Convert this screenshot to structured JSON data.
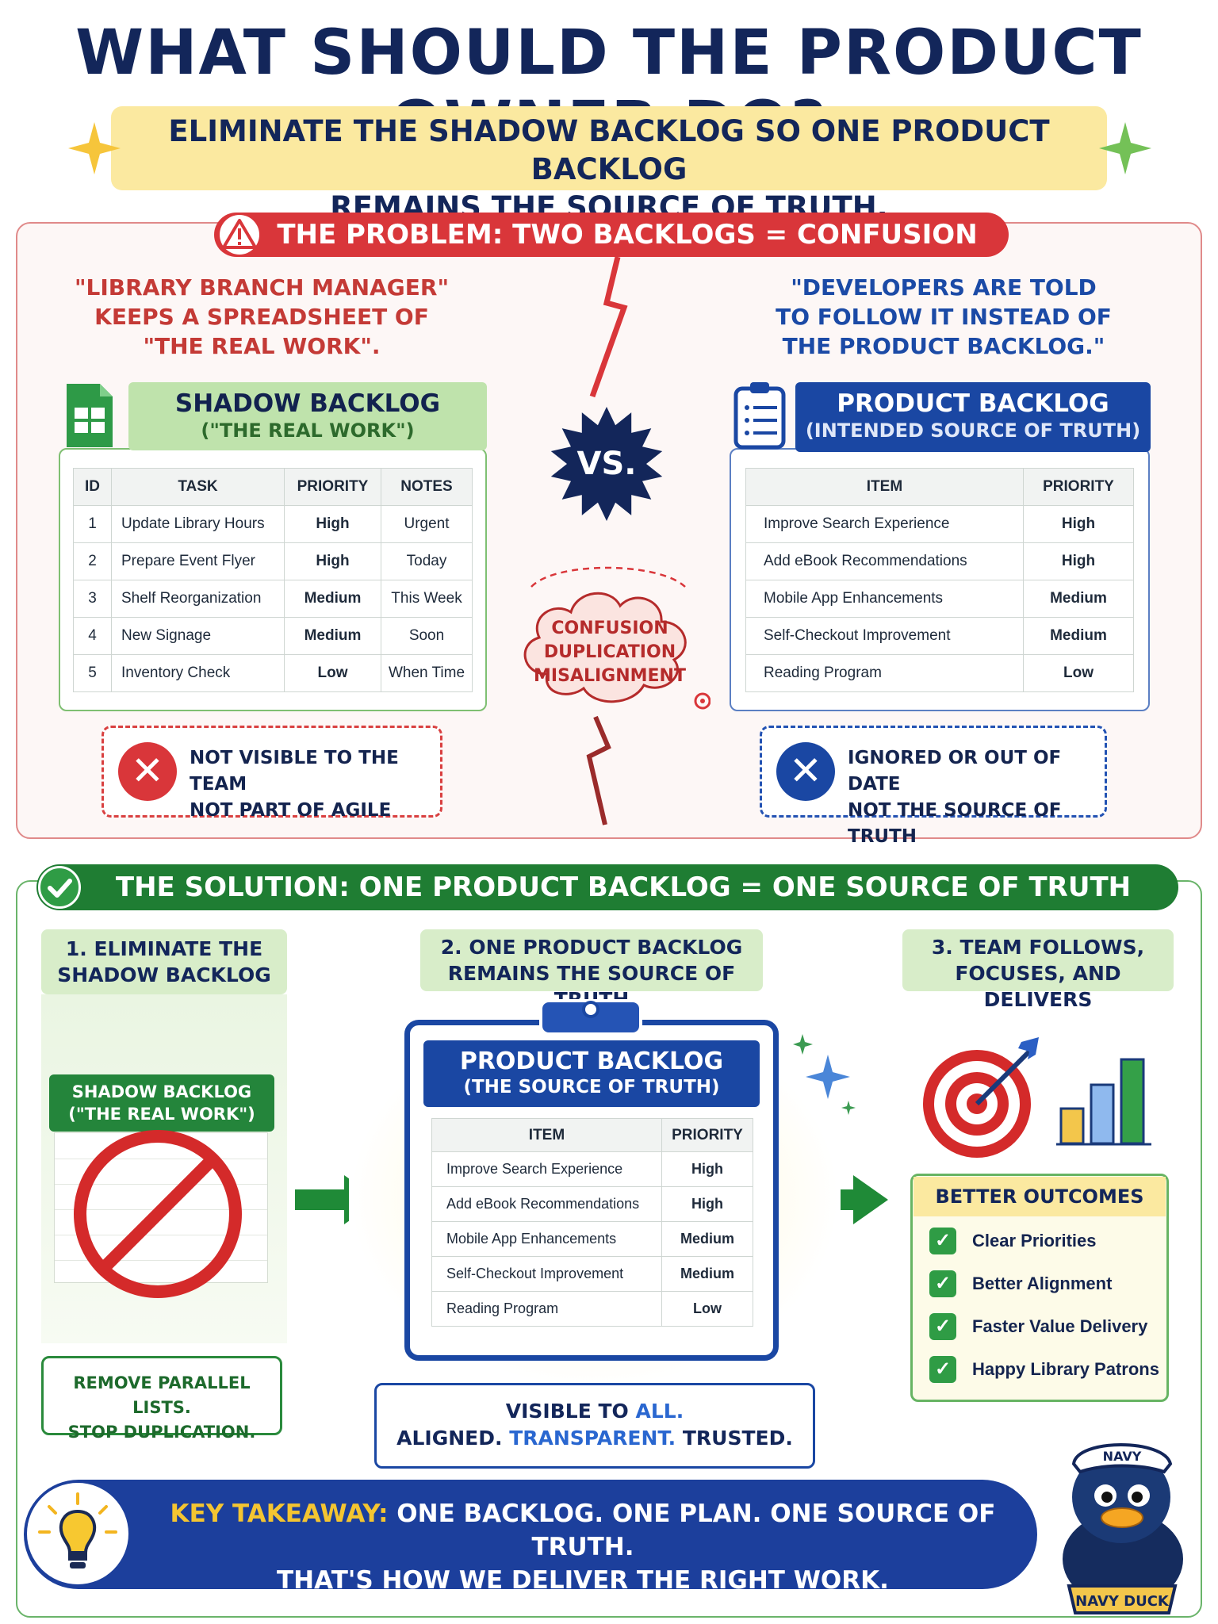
{
  "title": "WHAT SHOULD THE PRODUCT OWNER DO?",
  "subtitle": {
    "line1": "ELIMINATE THE SHADOW BACKLOG SO ONE PRODUCT BACKLOG",
    "line2": "REMAINS THE SOURCE OF TRUTH."
  },
  "problem": {
    "banner": "THE PROBLEM: TWO BACKLOGS = CONFUSION",
    "left_quote": [
      "\"LIBRARY BRANCH MANAGER\"",
      "KEEPS A SPREADSHEET OF",
      "\"THE REAL WORK\"."
    ],
    "right_quote": [
      "\"DEVELOPERS ARE TOLD",
      "TO FOLLOW IT INSTEAD OF",
      "THE PRODUCT BACKLOG.\""
    ],
    "vs": "VS.",
    "shadow": {
      "title": "SHADOW BACKLOG",
      "subtitle": "(\"THE REAL WORK\")",
      "columns": [
        "ID",
        "TASK",
        "PRIORITY",
        "NOTES"
      ],
      "rows": [
        {
          "id": "1",
          "task": "Update Library Hours",
          "priority": "High",
          "level": "high",
          "notes": "Urgent"
        },
        {
          "id": "2",
          "task": "Prepare Event Flyer",
          "priority": "High",
          "level": "high",
          "notes": "Today"
        },
        {
          "id": "3",
          "task": "Shelf Reorganization",
          "priority": "Medium",
          "level": "medium",
          "notes": "This Week"
        },
        {
          "id": "4",
          "task": "New Signage",
          "priority": "Medium",
          "level": "medium",
          "notes": "Soon"
        },
        {
          "id": "5",
          "task": "Inventory Check",
          "priority": "Low",
          "level": "low",
          "notes": "When Time"
        }
      ]
    },
    "product": {
      "title": "PRODUCT BACKLOG",
      "subtitle": "(INTENDED SOURCE OF TRUTH)",
      "columns": [
        "ITEM",
        "PRIORITY"
      ],
      "rows": [
        {
          "item": "Improve Search Experience",
          "priority": "High",
          "level": "high"
        },
        {
          "item": "Add eBook Recommendations",
          "priority": "High",
          "level": "high"
        },
        {
          "item": "Mobile App Enhancements",
          "priority": "Medium",
          "level": "medium"
        },
        {
          "item": "Self-Checkout Improvement",
          "priority": "Medium",
          "level": "medium"
        },
        {
          "item": "Reading Program",
          "priority": "Low",
          "level": "low"
        }
      ]
    },
    "cloud": [
      "CONFUSION",
      "DUPLICATION",
      "MISALIGNMENT"
    ],
    "left_warning": [
      "NOT VISIBLE TO THE TEAM",
      "NOT PART OF AGILE"
    ],
    "right_warning": [
      "IGNORED OR OUT OF DATE",
      "NOT THE SOURCE OF TRUTH"
    ]
  },
  "solution": {
    "banner": "THE SOLUTION: ONE PRODUCT BACKLOG = ONE SOURCE OF TRUTH",
    "step1": [
      "1. ELIMINATE THE",
      "SHADOW BACKLOG"
    ],
    "step2": [
      "2. ONE PRODUCT BACKLOG",
      "REMAINS THE SOURCE OF TRUTH"
    ],
    "step3": [
      "3. TEAM FOLLOWS,",
      "FOCUSES, AND DELIVERS"
    ],
    "mini_shadow": [
      "SHADOW BACKLOG",
      "(\"THE REAL WORK\")"
    ],
    "remove": [
      "REMOVE PARALLEL LISTS.",
      "STOP DUPLICATION."
    ],
    "clip_title": "PRODUCT BACKLOG",
    "clip_subtitle": "(THE SOURCE OF TRUTH)",
    "clip_columns": [
      "ITEM",
      "PRIORITY"
    ],
    "clip_rows": [
      {
        "item": "Improve Search Experience",
        "priority": "High",
        "level": "high"
      },
      {
        "item": "Add eBook Recommendations",
        "priority": "High",
        "level": "high"
      },
      {
        "item": "Mobile App Enhancements",
        "priority": "Medium",
        "level": "medium"
      },
      {
        "item": "Self-Checkout Improvement",
        "priority": "Medium",
        "level": "medium"
      },
      {
        "item": "Reading Program",
        "priority": "Low",
        "level": "low"
      }
    ],
    "visible": {
      "line1_a": "VISIBLE TO ",
      "line1_b": "ALL.",
      "line2_a": "ALIGNED. ",
      "line2_b": "TRANSPARENT. ",
      "line2_c": "TRUSTED."
    },
    "outcomes_title": "BETTER OUTCOMES",
    "outcomes": [
      "Clear Priorities",
      "Better Alignment",
      "Faster Value Delivery",
      "Happy Library Patrons"
    ]
  },
  "takeaway": {
    "label": "KEY TAKEAWAY:",
    "line1": " ONE BACKLOG. ONE PLAN. ONE SOURCE OF TRUTH.",
    "line2": "THAT'S HOW WE DELIVER THE RIGHT WORK."
  },
  "mascot": {
    "hat": "NAVY",
    "banner": "NAVY DUCK"
  },
  "colors": {
    "navy": "#13265a",
    "red": "#d9363a",
    "green": "#1f7d33",
    "blue": "#1a47a3",
    "yellow": "#fbe9a0"
  }
}
